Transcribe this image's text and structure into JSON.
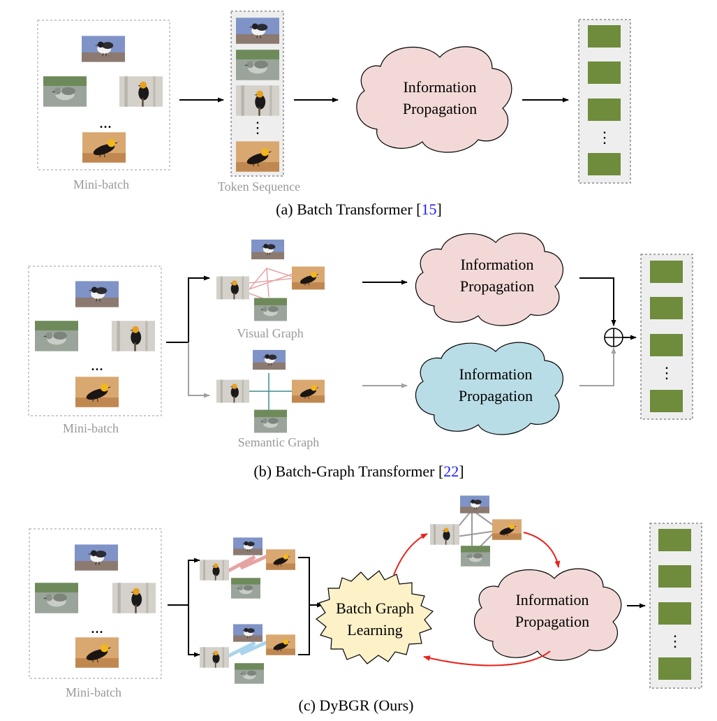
{
  "colors": {
    "feature_block": "#6e8c3c",
    "cloud_pink": "#f2d9d7",
    "cloud_blue": "#b9dde6",
    "star_fill": "#fdf1c8",
    "citation": "#1a1aff",
    "red_arrow": "#e8231e",
    "gray_text": "#999999",
    "edge_pink": "#e7a3a3",
    "edge_teal": "#3d8c8c",
    "edge_blue": "#a8d3ec",
    "edge_gray": "#9a9a9a"
  },
  "panel_a": {
    "minibatch_label": "Mini-batch",
    "token_label": "Token Sequence",
    "ellipsis": "...",
    "vdots": "⋮",
    "cloud_line1": "Information",
    "cloud_line2": "Propagation",
    "caption_text": "(a) Batch Transformer [",
    "caption_ref": "15",
    "caption_close": "]"
  },
  "panel_b": {
    "minibatch_label": "Mini-batch",
    "visual_graph_label": "Visual Graph",
    "semantic_graph_label": "Semantic Graph",
    "ellipsis": "...",
    "vdots": "⋮",
    "cloud1_line1": "Information",
    "cloud1_line2": "Propagation",
    "cloud2_line1": "Information",
    "cloud2_line2": "Propagation",
    "caption_text": "(b) Batch-Graph Transformer [",
    "caption_ref": "22",
    "caption_close": "]"
  },
  "panel_c": {
    "minibatch_label": "Mini-batch",
    "ellipsis": "...",
    "vdots": "⋮",
    "star_line1": "Batch Graph",
    "star_line2": "Learning",
    "cloud_line1": "Information",
    "cloud_line2": "Propagation",
    "caption_text": "(c) DyBGR (Ours)"
  }
}
